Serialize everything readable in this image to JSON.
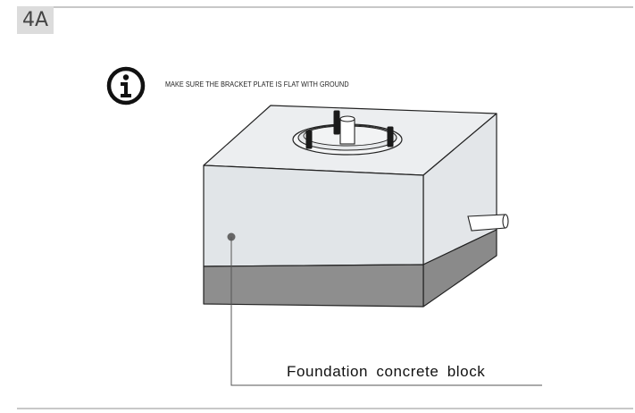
{
  "step": {
    "label": "4A"
  },
  "note": {
    "icon": "info-icon",
    "text": "MAKE SURE THE BRACKET PLATE IS FLAT WITH GROUND"
  },
  "callout": {
    "label": "Foundation  concrete  block"
  },
  "colors": {
    "block_face": "#e4e7ea",
    "block_base": "#8e8e8e",
    "frame": "#c8c8c8",
    "badge": "#dcdcdc"
  }
}
